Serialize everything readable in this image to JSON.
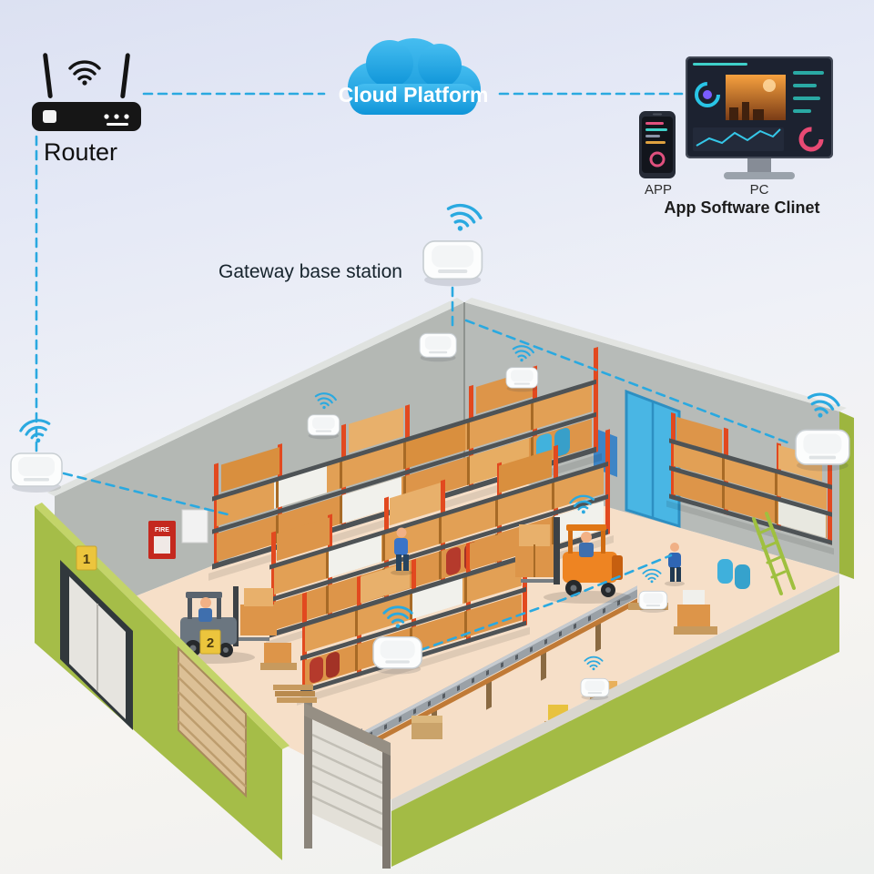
{
  "labels": {
    "router": "Router",
    "cloud": "Cloud Platform",
    "app": "APP",
    "pc": "PC",
    "client_caption": "App Software Clinet",
    "gateway": "Gateway base station"
  },
  "warehouse_texts": {
    "fire_box": "FIRE",
    "door_sign_1": "1",
    "door_sign_2": "2"
  },
  "colors": {
    "accent_dashed_line": "#2aa9e0",
    "cloud_blue": "#1e9fd8",
    "wall_gray": "#b4b8b4",
    "wall_green": "#a5bd48",
    "floor_peach": "#f6dfc8",
    "rack_orange": "#e2491f",
    "box_tan": "#dd9549"
  }
}
